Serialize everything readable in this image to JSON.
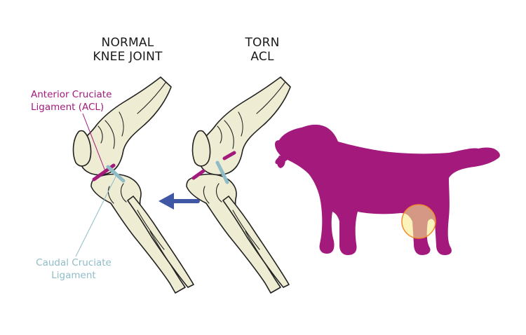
{
  "headings": {
    "normal": {
      "line1": "NORMAL",
      "line2": "KNEE JOINT"
    },
    "torn": {
      "line1": "TORN",
      "line2": "ACL"
    }
  },
  "labels": {
    "acl": {
      "line1": "Anterior Cruciate",
      "line2": "Ligament (ACL)"
    },
    "ccl": {
      "line1": "Caudal Cruciate",
      "line2": "Ligament"
    }
  },
  "colors": {
    "bone_fill": "#eeecd2",
    "bone_outline": "#222222",
    "acl": "#a3197c",
    "ccl": "#8fbcc6",
    "arrow": "#3f57a4",
    "dog": "#a3197c",
    "highlight": "#f6ec8c",
    "highlight_ring": "#f08a2c"
  },
  "icons": {
    "arrow": "arrow-left-icon",
    "dog": "dog-silhouette-icon"
  }
}
